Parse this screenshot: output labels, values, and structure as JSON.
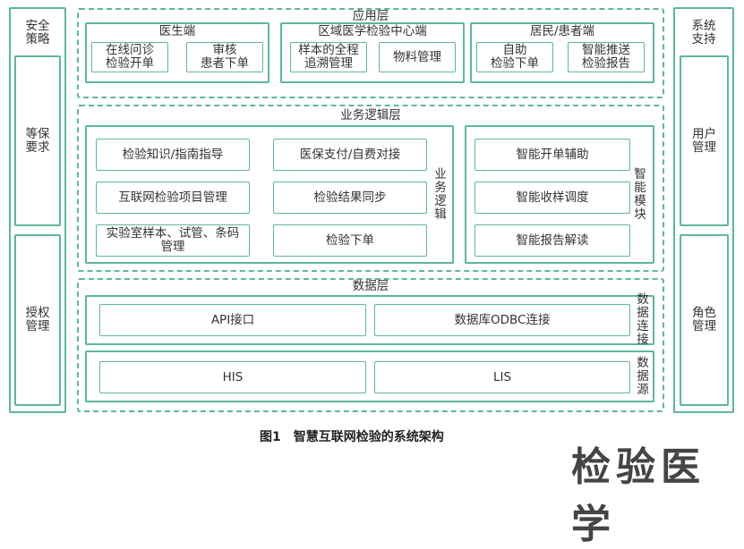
{
  "left_column": {
    "title": "安全\n策略",
    "items": [
      "等保\n要求",
      "授权\n管理"
    ]
  },
  "right_column": {
    "title": "系统\n支持",
    "items": [
      "用户\n管理",
      "角色\n管理"
    ]
  },
  "app_layer": {
    "title": "应用层",
    "groups": [
      {
        "title": "医生端",
        "items": [
          "在线问诊\n检验开单",
          "审核\n患者下单"
        ]
      },
      {
        "title": "区域医学检验中心端",
        "items": [
          "样本的全程\n追溯管理",
          "物料管理"
        ]
      },
      {
        "title": "居民/患者端",
        "items": [
          "自助\n检验下单",
          "智能推送\n检验报告"
        ]
      }
    ]
  },
  "logic_layer": {
    "title": "业务逻辑层",
    "business": {
      "label": "业务逻辑",
      "items": [
        "检验知识/指南指导",
        "医保支付/自费对接",
        "互联网检验项目管理",
        "检验结果同步",
        "实验室样本、试管、条码\n管理",
        "检验下单"
      ]
    },
    "smart": {
      "label": "智能模块",
      "items": [
        "智能开单辅助",
        "智能收样调度",
        "智能报告解读"
      ]
    }
  },
  "data_layer": {
    "title": "数据层",
    "connection": {
      "label": "数据连接",
      "items": [
        "API接口",
        "数据库ODBC连接"
      ]
    },
    "source": {
      "label": "数据源",
      "items": [
        "HIS",
        "LIS"
      ]
    }
  },
  "caption": "图1　智慧互联网检验的系统架构",
  "watermark": "检验医学",
  "colors": {
    "border": "#5cb89a",
    "text": "#333333"
  }
}
